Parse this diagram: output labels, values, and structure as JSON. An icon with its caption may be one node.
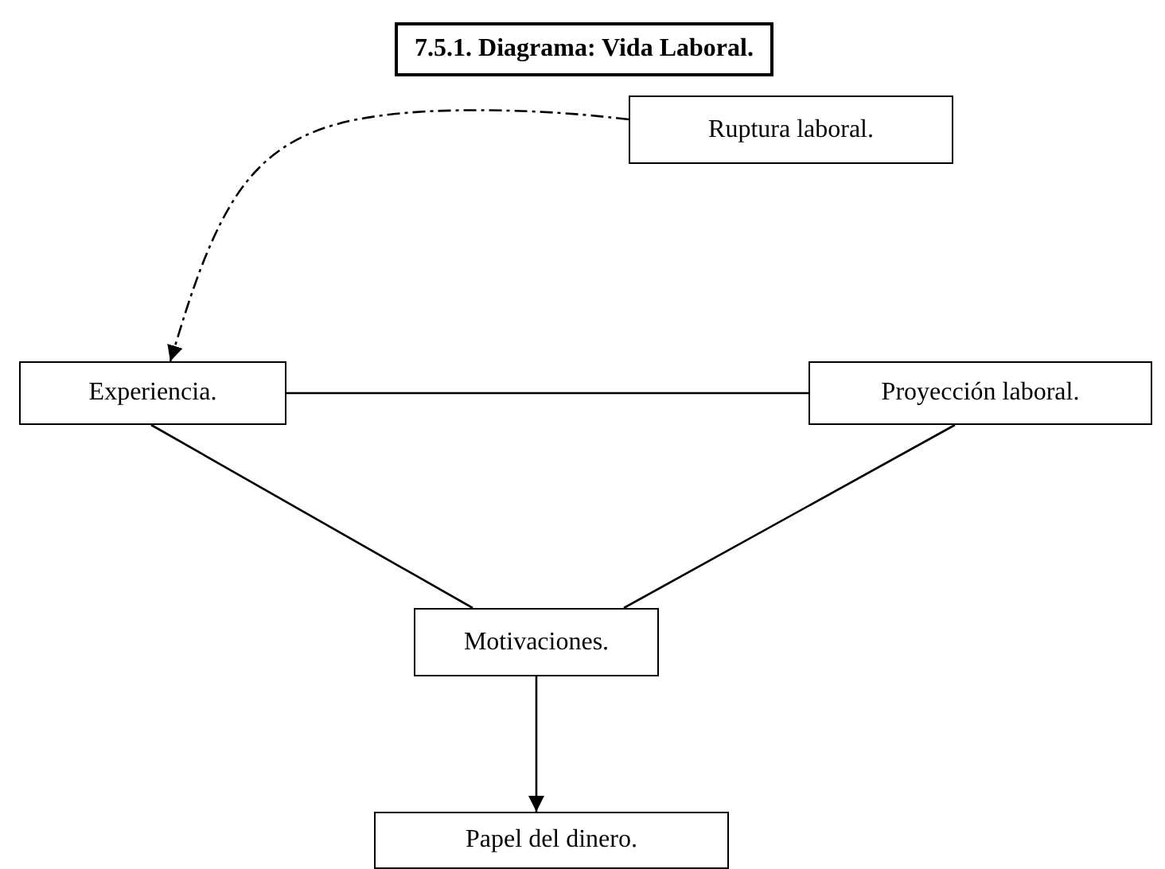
{
  "diagram": {
    "title": "7.5.1. Diagrama: Vida Laboral.",
    "nodes": [
      {
        "text": [
          "Ruptura laboral."
        ]
      },
      {
        "text": [
          "Experiencia."
        ]
      },
      {
        "text": [
          "Proyección laboral."
        ]
      },
      {
        "text": [
          "Motivaciones."
        ]
      },
      {
        "text": [
          "Papel del dinero."
        ]
      }
    ],
    "edges": [
      {
        "from": 0,
        "to": 1,
        "arrow": "to",
        "style": "dashed"
      },
      {
        "from": 1,
        "to": 2,
        "arrow": "none"
      },
      {
        "from": 1,
        "to": 3,
        "arrow": "none"
      },
      {
        "from": 2,
        "to": 3,
        "arrow": "none"
      },
      {
        "from": 3,
        "to": 4,
        "arrow": "to"
      }
    ]
  }
}
